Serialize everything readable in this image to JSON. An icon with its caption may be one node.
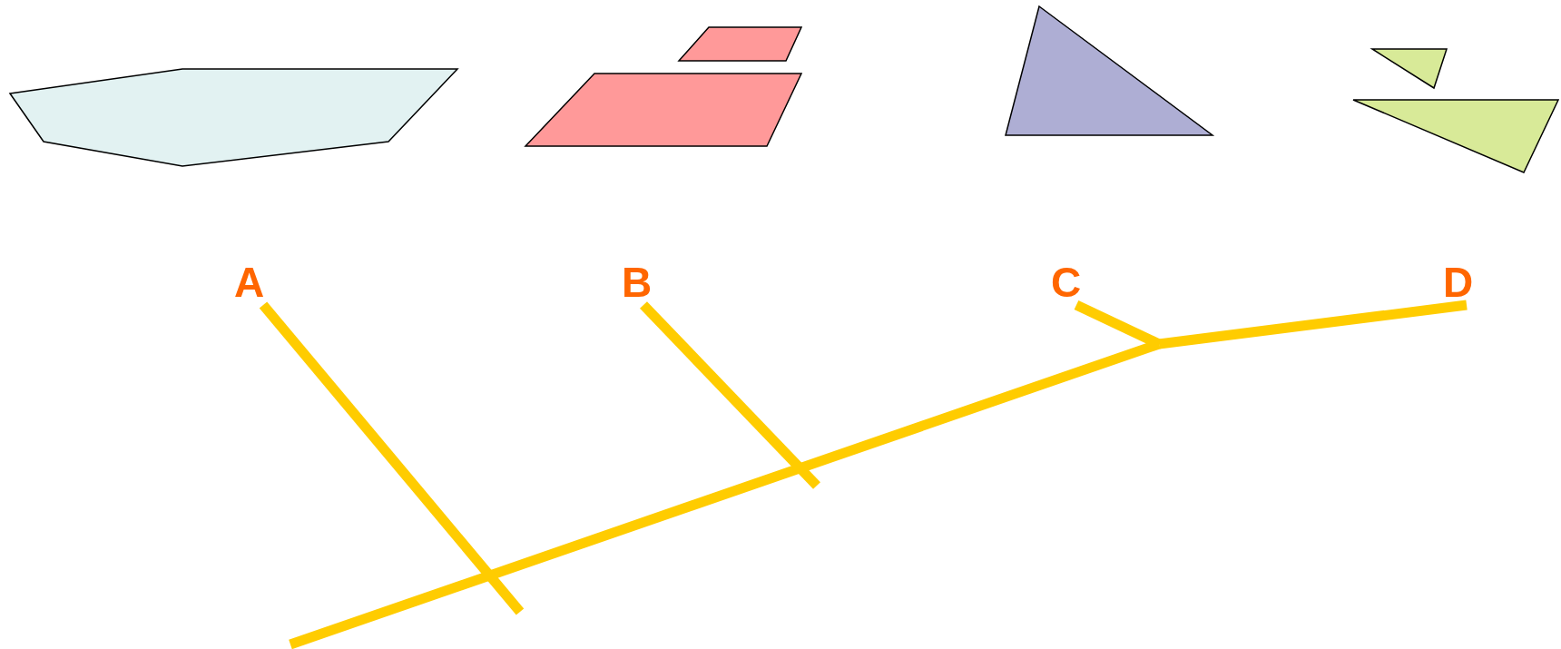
{
  "diagram": {
    "nodes": [
      {
        "text": [
          "A"
        ]
      },
      {
        "text": [
          "B"
        ]
      },
      {
        "text": [
          "C"
        ]
      },
      {
        "text": [
          "D"
        ]
      }
    ],
    "edges": [
      {
        "from": null,
        "to": 0,
        "arrow": "none"
      },
      {
        "from": null,
        "to": 1,
        "arrow": "none"
      },
      {
        "from": null,
        "to": 2,
        "arrow": "none"
      },
      {
        "from": null,
        "to": 3,
        "arrow": "none"
      }
    ]
  }
}
